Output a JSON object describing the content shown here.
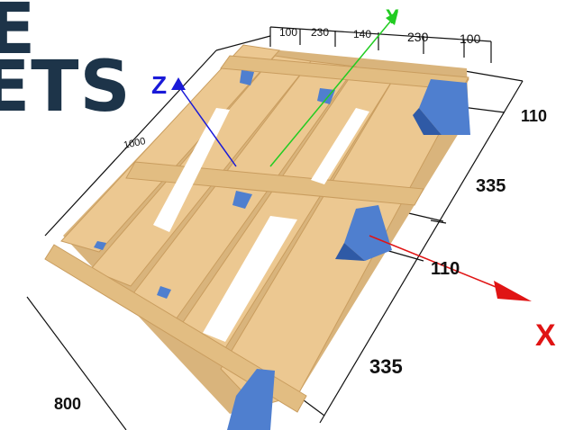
{
  "headline": {
    "line1": "E",
    "line2": "ETS"
  },
  "axes": {
    "x": "X",
    "y": "Y",
    "z": "Z"
  },
  "dimensions": {
    "top_segments": [
      "100",
      "230",
      "140",
      "230",
      "100"
    ],
    "length_left": "1000",
    "width_bottom": "800",
    "right_block_1": "110",
    "right_gap_1": "335",
    "right_block_2": "110",
    "right_gap_2": "335"
  },
  "colors": {
    "wood": "#ecc891",
    "wood_dark": "#d5ad70",
    "block": "#4f7fcf",
    "block_dark": "#2f5aa6",
    "axis_x": "#e01414",
    "axis_y": "#22cc22",
    "axis_z": "#1a1ad8",
    "headline": "#1d3449"
  }
}
